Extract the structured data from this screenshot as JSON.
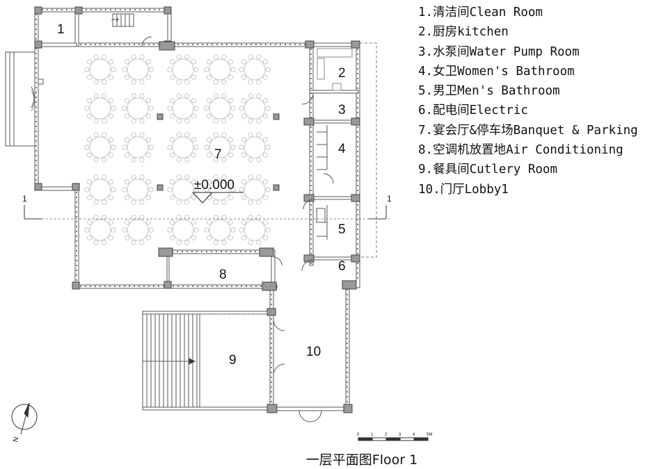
{
  "legend": [
    "1.清洁间Clean Room",
    "2.厨房kitchen",
    "3.水泵间Water Pump Room",
    "4.女卫Women's Bathroom",
    "5.男卫Men's Bathroom",
    "6.配电间Electric",
    "7.宴会厅&停车场Banquet & Parking",
    "8.空调机放置地Air Conditioning",
    "9.餐具间Cutlery Room",
    "10.门厅Lobby1"
  ],
  "room_numbers": [
    "1",
    "2",
    "3",
    "4",
    "5",
    "6",
    "7",
    "8",
    "9",
    "10"
  ],
  "elevation": "±0.000",
  "section_mark": "1",
  "north_label": "N",
  "scale_bar": {
    "ticks": [
      "0",
      "1",
      "2",
      "3",
      "4",
      "5M"
    ]
  },
  "caption": "一层平面图Floor 1"
}
